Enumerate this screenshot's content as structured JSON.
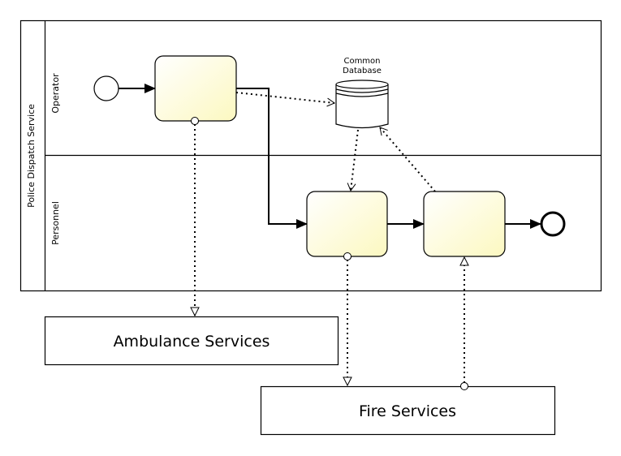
{
  "diagram": {
    "type": "BPMN collaboration",
    "pool": {
      "name": "Police Dispatch Service",
      "lanes": [
        {
          "id": "operator",
          "name": "Operator"
        },
        {
          "id": "personnel",
          "name": "Personnel"
        }
      ]
    },
    "data_store": {
      "label_line1": "Common",
      "label_line2": "Database"
    },
    "tasks": [
      {
        "id": "task1",
        "lane": "operator",
        "label": ""
      },
      {
        "id": "task2",
        "lane": "personnel",
        "label": ""
      },
      {
        "id": "task3",
        "lane": "personnel",
        "label": ""
      }
    ],
    "events": [
      {
        "id": "start",
        "type": "start",
        "lane": "operator"
      },
      {
        "id": "end",
        "type": "end",
        "lane": "personnel"
      }
    ],
    "external_pools": [
      {
        "id": "ambulance",
        "label": "Ambulance Services"
      },
      {
        "id": "fire",
        "label": "Fire Services"
      }
    ],
    "flows": [
      {
        "type": "sequence",
        "from": "start",
        "to": "task1"
      },
      {
        "type": "sequence",
        "from": "task1",
        "to": "task2"
      },
      {
        "type": "sequence",
        "from": "task2",
        "to": "task3"
      },
      {
        "type": "sequence",
        "from": "task3",
        "to": "end"
      },
      {
        "type": "data-association",
        "from": "task1",
        "to": "data_store"
      },
      {
        "type": "data-association",
        "from": "data_store",
        "to": "task2"
      },
      {
        "type": "data-association",
        "from": "task3",
        "to": "data_store"
      },
      {
        "type": "message",
        "from": "task1",
        "to": "ambulance"
      },
      {
        "type": "message",
        "from": "task2",
        "to": "fire"
      },
      {
        "type": "message",
        "from": "fire",
        "to": "task3"
      }
    ],
    "colors": {
      "task_fill_light": "#ffffff",
      "task_fill_dark": "#fdf9c4",
      "stroke": "#000000"
    }
  }
}
